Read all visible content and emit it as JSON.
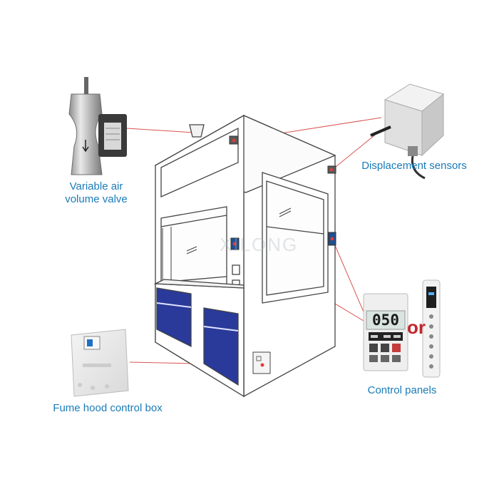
{
  "labels": {
    "valve_line1": "Variable air",
    "valve_line2": "volume valve",
    "sensors": "Displacement sensors",
    "control_box": "Fume hood control box",
    "control_panels": "Control panels",
    "or": "or"
  },
  "panel": {
    "display": "050"
  },
  "watermark": "XILONG",
  "colors": {
    "label_text": "#1a7bb8",
    "connector": "#d9534f",
    "or_text": "#c1272d",
    "cabinet_door": "#2a3a9a",
    "outline": "#444444",
    "indicator": "#e23b3b"
  }
}
